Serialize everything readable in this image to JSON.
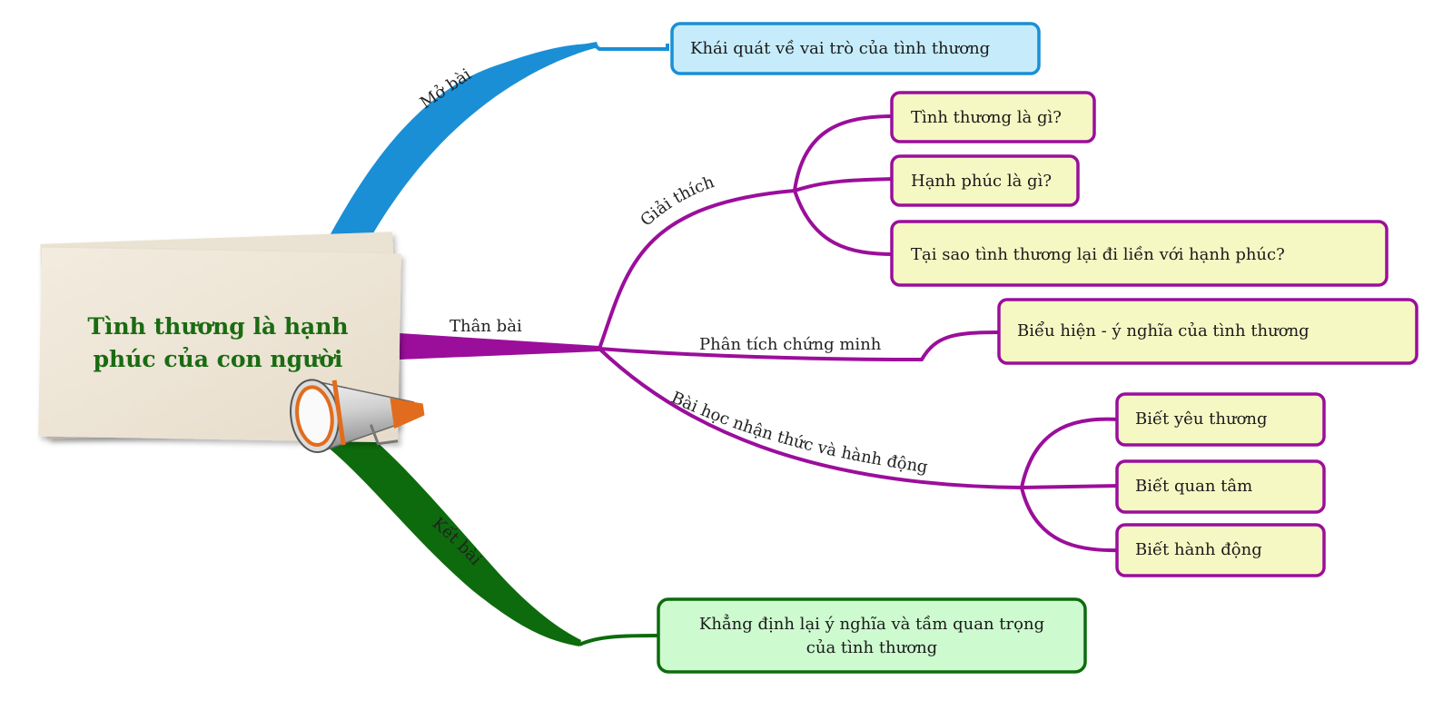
{
  "central_topic": {
    "line1": "Tình thương là hạnh",
    "line2": "phúc của con người",
    "color": "#1a6b12"
  },
  "colors": {
    "mo_bai": "#1a8fd6",
    "than_bai": "#9b0e9b",
    "ket_bai": "#0d6b0d",
    "blue_box_fill": "#c6ecfb",
    "yellow_box_fill": "#f6f8c4",
    "green_box_fill": "#cdfacf"
  },
  "branches": {
    "mo_bai": {
      "label": "Mở bài",
      "box": "Khái quát về vai trò của tình thương"
    },
    "than_bai": {
      "label": "Thân bài",
      "giai_thich": {
        "label": "Giải thích",
        "items": [
          "Tình thương là gì?",
          "Hạnh phúc là gì?",
          "Tại sao tình thương lại đi liền với hạnh phúc?"
        ]
      },
      "phan_tich": {
        "label": "Phân tích chứng minh",
        "box": "Biểu hiện - ý nghĩa của tình thương"
      },
      "bai_hoc": {
        "label": "Bài học nhận thức và hành động",
        "items": [
          "Biết yêu thương",
          "Biết quan tâm",
          "Biết hành động"
        ]
      }
    },
    "ket_bai": {
      "label": "Kết bài",
      "box_line1": "Khẳng định lại ý nghĩa và tầm quan trọng",
      "box_line2": "của tình thương"
    }
  },
  "icons": {
    "center_decoration": "megaphone-icon"
  }
}
